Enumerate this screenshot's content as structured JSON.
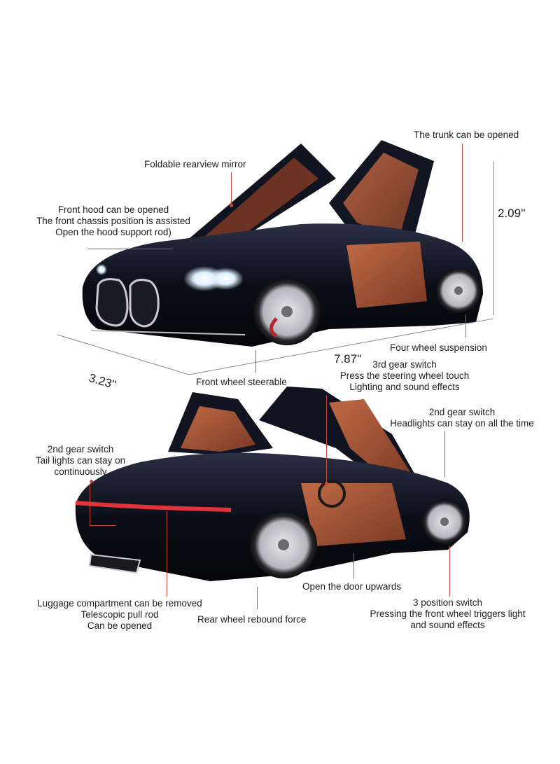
{
  "labels": {
    "mirror": "Foldable rearview mirror",
    "trunk": "The trunk can be opened",
    "hood": [
      "Front hood can be opened",
      "The front chassis position is assisted",
      "Open the hood support rod)"
    ],
    "suspension": "Four wheel suspension",
    "steerable": "Front wheel steerable",
    "gear3": [
      "3rd gear switch",
      "Press the steering wheel touch",
      "Lighting and sound effects"
    ],
    "gear2_head": [
      "2nd gear switch",
      "Headlights can stay on all the time"
    ],
    "gear2_tail": [
      "2nd gear switch",
      "Tail lights can stay on",
      "continuously"
    ],
    "door": "Open the door upwards",
    "luggage": [
      "Luggage compartment can be removed",
      "Telescopic pull rod",
      "Can be opened"
    ],
    "rebound": "Rear wheel rebound force",
    "switch3": [
      "3 position switch",
      "Pressing the front wheel triggers light",
      "and sound effects"
    ]
  },
  "dimensions": {
    "height": "2.09''",
    "length": "7.87''",
    "width": "3.23''"
  },
  "colors": {
    "pointer": "#c8463a",
    "car_body": "#0d0f18",
    "interior": "#a0553a",
    "dimension_line": "#8a8a8a"
  }
}
